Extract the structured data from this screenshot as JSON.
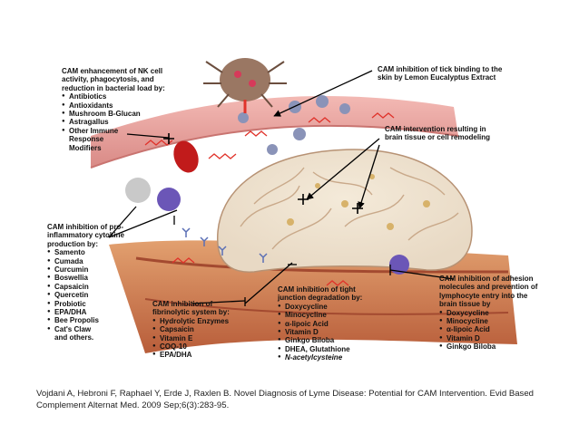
{
  "colors": {
    "skin": "#f3b9b4",
    "skin_dark": "#d98a86",
    "tissue": "#e2a06f",
    "tissue_dark": "#b85d3a",
    "brain": "#e8d9c4",
    "brain_fold": "#c9a98a",
    "spirochete": "#e0322a",
    "tick": "#9a7763",
    "red_cell": "#c11b1b",
    "wbc": "#c9c9c9",
    "lymphocyte": "#6b56b7",
    "pathogen": "#8a93b8"
  },
  "callouts": {
    "nk": {
      "heading": "CAM enhancement of NK cell activity, phagocytosis, and reduction in bacterial load by:",
      "items": [
        "Antibiotics",
        "Antioxidants",
        "Mushroom B-Glucan",
        "Astragallus",
        "Other Immune",
        "Response",
        "Modifiers"
      ]
    },
    "tick": {
      "heading": "CAM inhibition of tick binding to the skin by Lemon Eucalyptus Extract"
    },
    "brain": {
      "heading": "CAM intervention resulting in brain tissue or cell remodeling"
    },
    "cytokine": {
      "heading": "CAM inhibition of pro-inflammatory cytokine production by:",
      "items": [
        "Samento",
        "Cumada",
        "Curcumin",
        "Boswellia",
        "Capsaicin",
        "Quercetin",
        "Probiotic",
        "EPA/DHA",
        "Bee Propolis",
        "Cat's Claw",
        "and others."
      ]
    },
    "fibrinolytic": {
      "heading": "CAM inhibition of fibrinolytic system by:",
      "items": [
        "Hydrolytic Enzymes",
        "Capsaicin",
        "Vitamin E",
        "COQ-10",
        "EPA/DHA"
      ]
    },
    "tight": {
      "heading": "CAM inhibition of tight junction degradation by:",
      "items": [
        "Doxycycline",
        "Minocycline",
        "α-lipoic Acid",
        "Vitamin D",
        "Ginkgo Biloba",
        "DHEA, Glutathione",
        "N-acetylcysteine"
      ]
    },
    "adhesion": {
      "heading": "CAM inhibition of adhesion molecules and prevention of lymphocyte entry into the brain tissue by",
      "items": [
        "Doxycycline",
        "Minocycline",
        "α-lipoic Acid",
        "Vitamin D",
        "Ginkgo Biloba"
      ]
    }
  },
  "citation": "Vojdani A, Hebroni F, Raphael Y, Erde J, Raxlen B. Novel Diagnosis of Lyme Disease: Potential for CAM Intervention. Evid Based Complement Alternat Med. 2009 Sep;6(3):283-95."
}
